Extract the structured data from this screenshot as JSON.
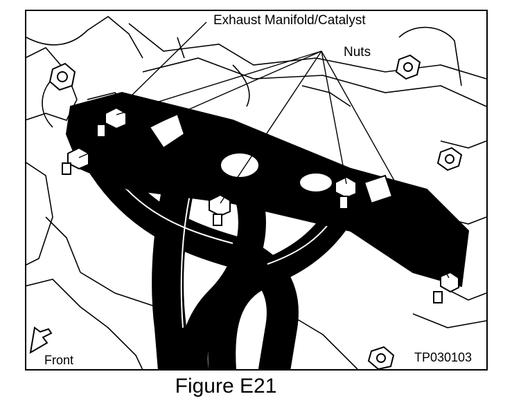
{
  "labels": {
    "manifold": "Exhaust Manifold/Catalyst",
    "nuts": "Nuts",
    "front": "Front",
    "figure_code": "TP030103"
  },
  "caption": "Figure E21",
  "colors": {
    "ink": "#000000",
    "paper": "#ffffff"
  },
  "icons": {
    "front_arrow": "arrow-down-left-icon"
  }
}
